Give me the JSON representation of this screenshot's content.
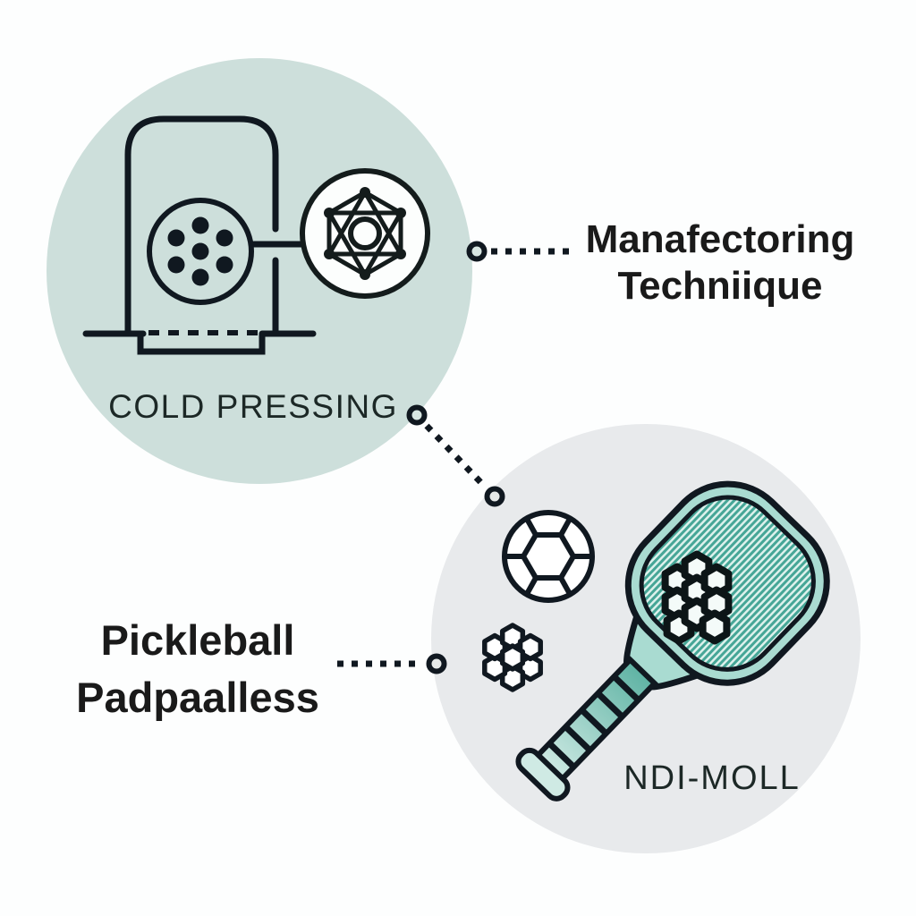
{
  "diagram": {
    "background_color": "#fdfefe",
    "line_color": "#101820",
    "labels": {
      "manufacturing": {
        "line1": "Manafectoring",
        "line2": "Techniique"
      },
      "paddles": {
        "line1": "Pickleball",
        "line2": "Padpaalless"
      }
    },
    "top_bubble": {
      "fill": "#cddfdb",
      "caption": "COLD PRESSING",
      "icons": [
        "press-machine-icon",
        "molecule-icon"
      ]
    },
    "bottom_bubble": {
      "fill": "#e8eaec",
      "caption": "NDI-MOLL",
      "icons": [
        "pickleball-paddle-icon",
        "pickleball-ball-large-icon",
        "pickleball-ball-small-icon",
        "paddle-honeycomb-core-icon"
      ],
      "paddle_colors": {
        "rim": "#a9dbd1",
        "hatch_base": "#ddf1ec",
        "hatch_stripe": "#46a697",
        "grip_dark": "#5fb3a4",
        "grip_light": "#cfeae4"
      }
    },
    "connectors": [
      {
        "from": "top-bubble-edge",
        "to": "manufacturing-label",
        "style": "dotted"
      },
      {
        "from": "top-bubble-edge",
        "to": "bottom-bubble-edge",
        "style": "dotted"
      },
      {
        "from": "paddles-label",
        "to": "bottom-bubble-edge",
        "style": "dotted"
      }
    ]
  }
}
